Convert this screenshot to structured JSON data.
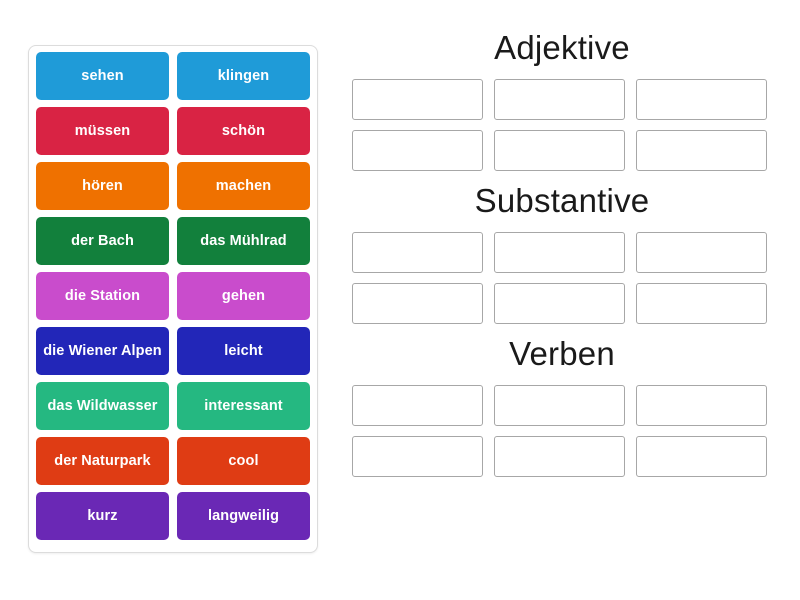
{
  "activity": {
    "type": "group-sort",
    "tray_label": "word-tiles"
  },
  "tiles": [
    {
      "label": "sehen",
      "color": "#1f9bd8"
    },
    {
      "label": "klingen",
      "color": "#1f9bd8"
    },
    {
      "label": "müssen",
      "color": "#d92344"
    },
    {
      "label": "schön",
      "color": "#d92344"
    },
    {
      "label": "hören",
      "color": "#ef7100"
    },
    {
      "label": "machen",
      "color": "#ef7100"
    },
    {
      "label": "der Bach",
      "color": "#12803c"
    },
    {
      "label": "das Mühlrad",
      "color": "#12803c"
    },
    {
      "label": "die Station",
      "color": "#c94ccc"
    },
    {
      "label": "gehen",
      "color": "#c94ccc"
    },
    {
      "label": "die Wiener Alpen",
      "color": "#2226b8"
    },
    {
      "label": "leicht",
      "color": "#2226b8"
    },
    {
      "label": "das Wildwasser",
      "color": "#25b881"
    },
    {
      "label": "interessant",
      "color": "#25b881"
    },
    {
      "label": "der Naturpark",
      "color": "#df3c14"
    },
    {
      "label": "cool",
      "color": "#df3c14"
    },
    {
      "label": "kurz",
      "color": "#6a28b5"
    },
    {
      "label": "langweilig",
      "color": "#6a28b5"
    }
  ],
  "categories": [
    {
      "title": "Adjektive",
      "slots": [
        "",
        "",
        "",
        "",
        "",
        ""
      ]
    },
    {
      "title": "Substantive",
      "slots": [
        "",
        "",
        "",
        "",
        "",
        ""
      ]
    },
    {
      "title": "Verben",
      "slots": [
        "",
        "",
        "",
        "",
        "",
        ""
      ]
    }
  ],
  "colors": {
    "page_background": "#ffffff",
    "tray_border": "#dcdcdc",
    "slot_border": "#a7a7a7",
    "title_text": "#1a1a1a",
    "tile_text": "#ffffff"
  }
}
